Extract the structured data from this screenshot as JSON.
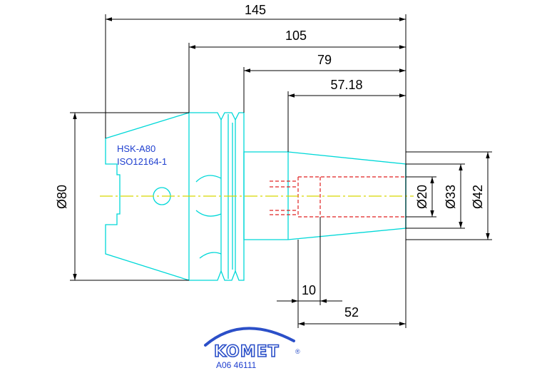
{
  "drawing": {
    "dimensions": {
      "overall_length": "145",
      "length_105": "105",
      "length_79": "79",
      "length_57_18": "57.18",
      "dia_80": "Ø80",
      "dia_20": "Ø20",
      "dia_33": "Ø33",
      "dia_42": "Ø42",
      "length_10": "10",
      "length_52": "52"
    },
    "spec": {
      "interface": "HSK-A80",
      "standard": "ISO12164-1"
    },
    "brand": {
      "name": "KOMET",
      "registered": "®",
      "part_number": "A06 46111",
      "color": "#2b4fc8"
    },
    "colors": {
      "outline": "#00d8d8",
      "centerline": "#d6d600",
      "hidden_bore": "#e02020",
      "dimension": "#000000",
      "text": "#1f3fcf"
    }
  }
}
